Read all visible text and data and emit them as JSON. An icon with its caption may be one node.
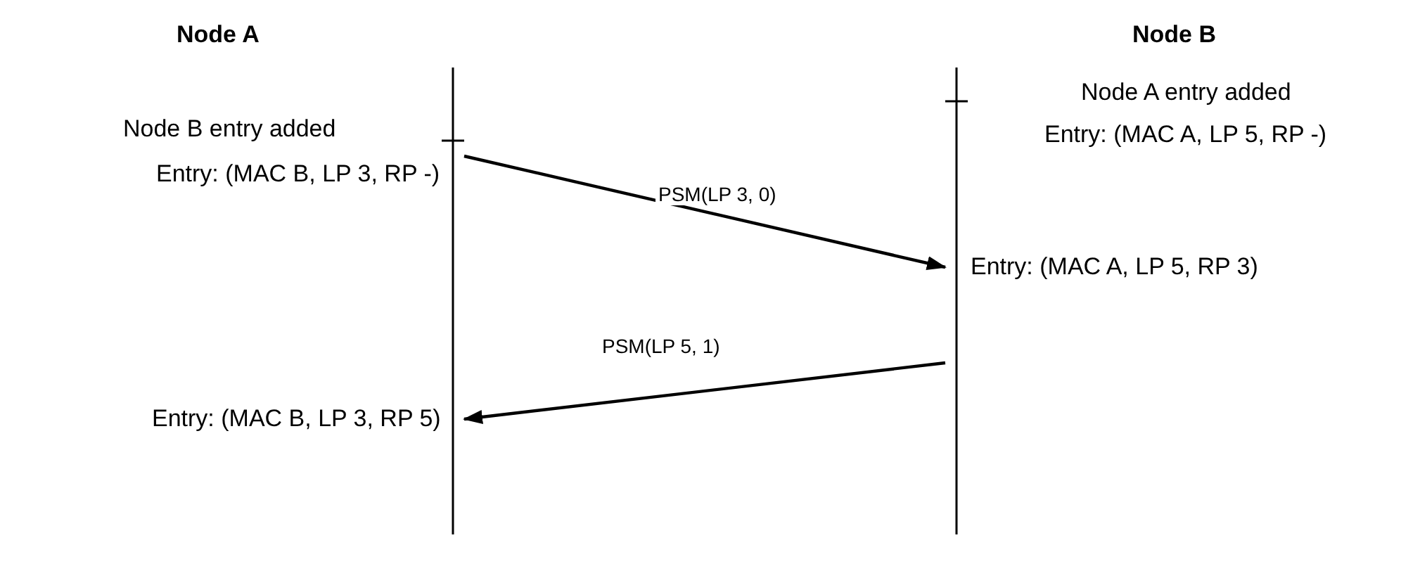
{
  "diagram": {
    "nodes": [
      {
        "text": [],
        "shape": "bar"
      },
      {
        "text": [],
        "shape": "bar"
      }
    ],
    "edges": [
      {
        "from": 0,
        "to": 1,
        "arrow": "to",
        "label": "PSM(LP 3, 0)"
      },
      {
        "from": 1,
        "to": 0,
        "arrow": "to",
        "label": "PSM(LP 5, 1)"
      }
    ],
    "labels": [
      "Node A",
      "Node B",
      "Node B entry added",
      "Entry: (MAC B, LP 3, RP -)",
      "Node A entry added",
      "Entry: (MAC A, LP 5, RP -)",
      "Entry: (MAC A, LP 5, RP 3)",
      "Entry: (MAC B, LP 3, RP 5)"
    ]
  }
}
